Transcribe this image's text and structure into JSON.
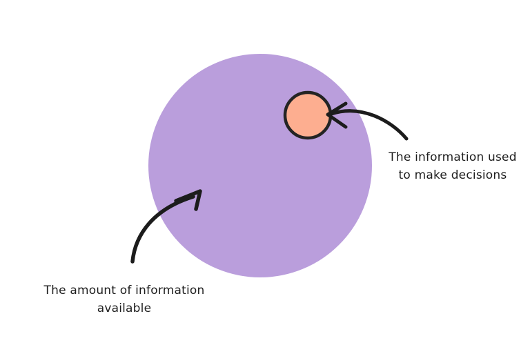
{
  "diagram": {
    "type": "proportional-circles-illustration",
    "shapes": {
      "large_circle": {
        "name": "amount-of-information-available",
        "color": "#BA9EDC"
      },
      "small_circle": {
        "name": "information-used-to-make-decisions",
        "color": "#FDAE90",
        "outline_color": "#242424"
      }
    },
    "annotations": {
      "used": {
        "line1": "The information used",
        "line2": "to make decisions"
      },
      "available": {
        "line1": "The amount of information",
        "line2": "available"
      }
    },
    "colors": {
      "background": "#ffffff",
      "arrow": "#1c1c1c",
      "text": "#1d1d1d"
    }
  }
}
